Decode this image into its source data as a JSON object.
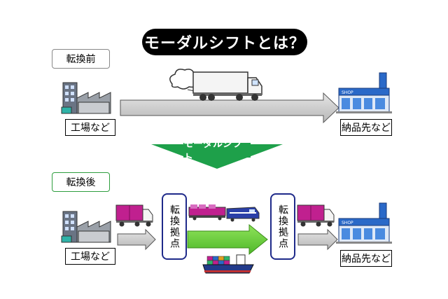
{
  "title": "モーダルシフトとは？",
  "before": {
    "tag": "転換前",
    "factory_label": "工場など",
    "destination_label": "納品先など"
  },
  "shift_banner": "モーダルシフト",
  "after": {
    "tag": "転換後",
    "factory_label": "工場など",
    "destination_label": "納品先など",
    "hub_left": "転換拠点",
    "hub_right": "転換拠点"
  },
  "shop_sign": "SHOP",
  "colors": {
    "arrow_gray": "#c8c8c8",
    "arrow_green": "#6ccf3c",
    "banner_green": "#1ea04a",
    "container_magenta": "#c0208f",
    "hub_border": "#1f2a8a",
    "shop_blue": "#2a69c8"
  },
  "icons": [
    "factory-icon",
    "truck-icon",
    "exhaust-cloud-icon",
    "shop-icon",
    "train-icon",
    "ship-icon"
  ]
}
